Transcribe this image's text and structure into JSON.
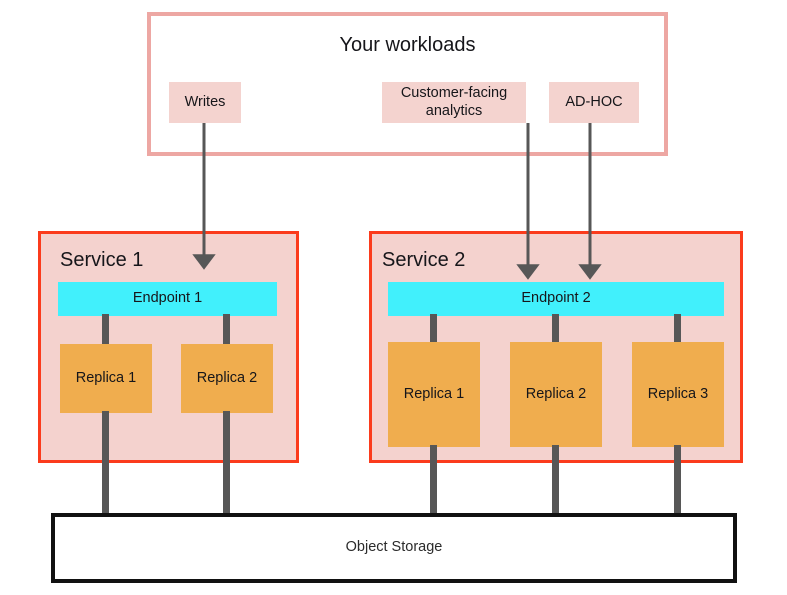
{
  "diagram": {
    "title": "Your workloads",
    "workloads": [
      {
        "id": "writes",
        "label": "Writes"
      },
      {
        "id": "analytics",
        "label": "Customer-facing analytics"
      },
      {
        "id": "adhoc",
        "label": "AD-HOC"
      }
    ],
    "services": [
      {
        "id": "service-1",
        "label": "Service 1",
        "endpoint": "Endpoint 1",
        "replicas": [
          "Replica 1",
          "Replica 2"
        ]
      },
      {
        "id": "service-2",
        "label": "Service 2",
        "endpoint": "Endpoint 2",
        "replicas": [
          "Replica 1",
          "Replica 2",
          "Replica 3"
        ]
      }
    ],
    "storage": {
      "label": "Object Storage"
    },
    "colors": {
      "workload_border": "#eda7a3",
      "chip_fill": "#f4d3cf",
      "service_fill": "#f4d2ce",
      "service_border": "#fb3b1c",
      "endpoint_fill": "#41f0fc",
      "replica_fill": "#f0ad4e",
      "connector": "#575757",
      "storage_border": "#111111",
      "background": "#ffffff",
      "text": "#16161a"
    }
  }
}
